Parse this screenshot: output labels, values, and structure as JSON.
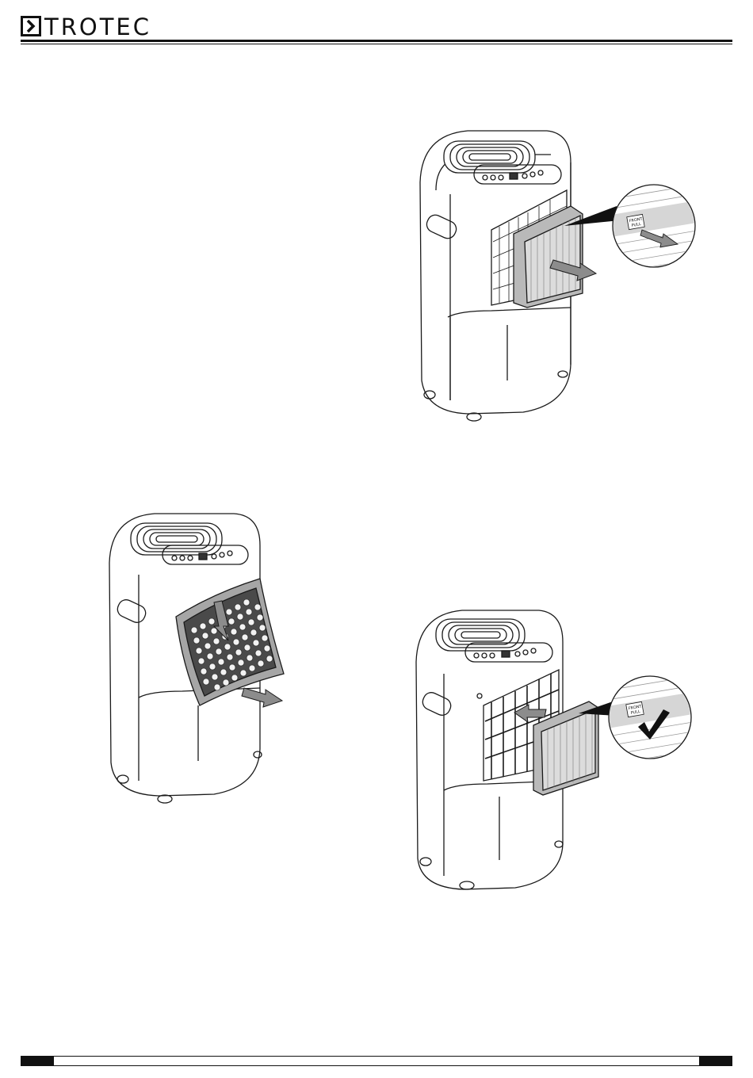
{
  "header": {
    "brand_name": "TROTEC"
  },
  "figures": [
    {
      "id": "remove-filter",
      "zoom_label_line1": "FRONT",
      "zoom_label_line2": "PULL"
    },
    {
      "id": "remove-grille"
    },
    {
      "id": "insert-filter",
      "zoom_label_line1": "FRONT",
      "zoom_label_line2": "PULL"
    }
  ],
  "colors": {
    "line": "#1a1a1a",
    "arrow_fill": "#8c8c8c",
    "filter_fill": "#b9b9b9",
    "grille_fill": "#a6a6a6"
  }
}
